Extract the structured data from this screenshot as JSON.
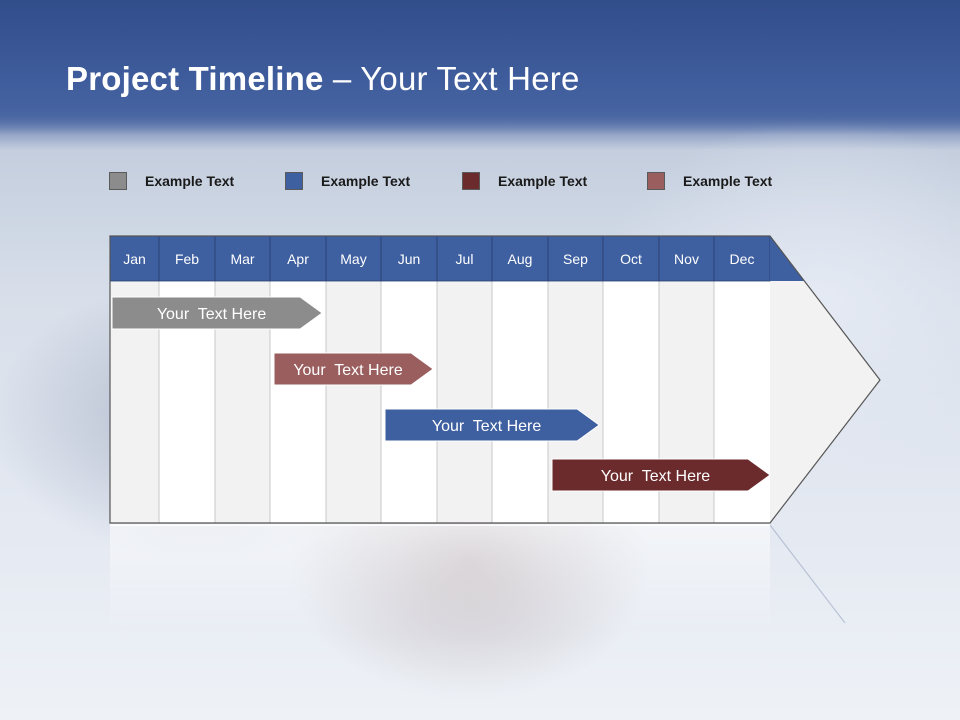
{
  "title": {
    "bold": "Project Timeline",
    "rest": " – Your Text Here"
  },
  "legend": [
    {
      "label": "Example Text",
      "color": "#8c8c8c"
    },
    {
      "label": "Example Text",
      "color": "#3e5fa0"
    },
    {
      "label": "Example Text",
      "color": "#6b2a2c"
    },
    {
      "label": "Example Text",
      "color": "#9a5e5e"
    }
  ],
  "months": [
    "Jan",
    "Feb",
    "Mar",
    "Apr",
    "May",
    "Jun",
    "Jul",
    "Aug",
    "Sep",
    "Oct",
    "Nov",
    "Dec"
  ],
  "colors": {
    "header": "#3e5fa0",
    "column_alt": "#f2f2f2",
    "column": "#ffffff",
    "grid": "#c8c8c8"
  },
  "tasks": [
    {
      "label": "Your  Text Here",
      "start": "Jan",
      "end": "Apr",
      "color": "#8c8c8c",
      "legend_index": 0
    },
    {
      "label": "Your  Text Here",
      "start": "Apr",
      "end": "Jun",
      "color": "#9a5e5e",
      "legend_index": 3
    },
    {
      "label": "Your  Text Here",
      "start": "Jun",
      "end": "Sep",
      "color": "#3e5fa0",
      "legend_index": 1
    },
    {
      "label": "Your  Text Here",
      "start": "Sep",
      "end": "Dec",
      "color": "#6b2a2c",
      "legend_index": 2
    }
  ]
}
